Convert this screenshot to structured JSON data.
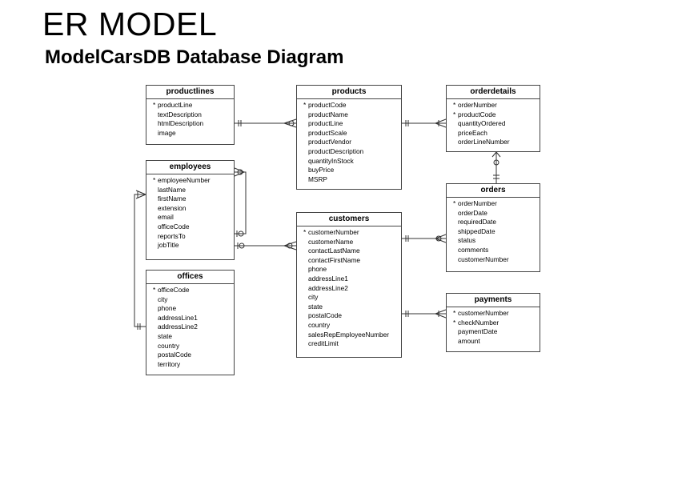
{
  "page": {
    "title": "ER MODEL",
    "subtitle": "ModelCarsDB Database Diagram"
  },
  "entities": {
    "productlines": {
      "name": "productlines",
      "fields": [
        "productLine",
        "textDescription",
        "htmlDescription",
        "image"
      ],
      "keys": [
        "productLine"
      ]
    },
    "products": {
      "name": "products",
      "fields": [
        "productCode",
        "productName",
        "productLine",
        "productScale",
        "productVendor",
        "productDescription",
        "quantityInStock",
        "buyPrice",
        "MSRP"
      ],
      "keys": [
        "productCode"
      ]
    },
    "orderdetails": {
      "name": "orderdetails",
      "fields": [
        "orderNumber",
        "productCode",
        "quantityOrdered",
        "priceEach",
        "orderLineNumber"
      ],
      "keys": [
        "orderNumber",
        "productCode"
      ]
    },
    "employees": {
      "name": "employees",
      "fields": [
        "employeeNumber",
        "lastName",
        "firstName",
        "extension",
        "email",
        "officeCode",
        "reportsTo",
        "jobTitle"
      ],
      "keys": [
        "employeeNumber"
      ]
    },
    "orders": {
      "name": "orders",
      "fields": [
        "orderNumber",
        "orderDate",
        "requiredDate",
        "shippedDate",
        "status",
        "comments",
        "customerNumber"
      ],
      "keys": [
        "orderNumber"
      ]
    },
    "customers": {
      "name": "customers",
      "fields": [
        "customerNumber",
        "customerName",
        "contactLastName",
        "contactFirstName",
        "phone",
        "addressLine1",
        "addressLine2",
        "city",
        "state",
        "postalCode",
        "country",
        "salesRepEmployeeNumber",
        "creditLimit"
      ],
      "keys": [
        "customerNumber"
      ]
    },
    "offices": {
      "name": "offices",
      "fields": [
        "officeCode",
        "city",
        "phone",
        "addressLine1",
        "addressLine2",
        "state",
        "country",
        "postalCode",
        "territory"
      ],
      "keys": [
        "officeCode"
      ]
    },
    "payments": {
      "name": "payments",
      "fields": [
        "customerNumber",
        "checkNumber",
        "paymentDate",
        "amount"
      ],
      "keys": [
        "customerNumber",
        "checkNumber"
      ]
    }
  },
  "relationships": [
    {
      "from": "productlines",
      "to": "products",
      "from_card": "one",
      "to_card": "many"
    },
    {
      "from": "products",
      "to": "orderdetails",
      "from_card": "one",
      "to_card": "many"
    },
    {
      "from": "orders",
      "to": "orderdetails",
      "from_card": "one",
      "to_card": "many"
    },
    {
      "from": "employees",
      "to": "customers",
      "from_card": "zero-or-one",
      "to_card": "many"
    },
    {
      "from": "employees",
      "to": "employees",
      "from_card": "zero-or-one",
      "to_card": "many"
    },
    {
      "from": "offices",
      "to": "employees",
      "from_card": "one",
      "to_card": "many"
    },
    {
      "from": "customers",
      "to": "orders",
      "from_card": "one",
      "to_card": "many"
    },
    {
      "from": "customers",
      "to": "payments",
      "from_card": "one",
      "to_card": "many"
    }
  ]
}
